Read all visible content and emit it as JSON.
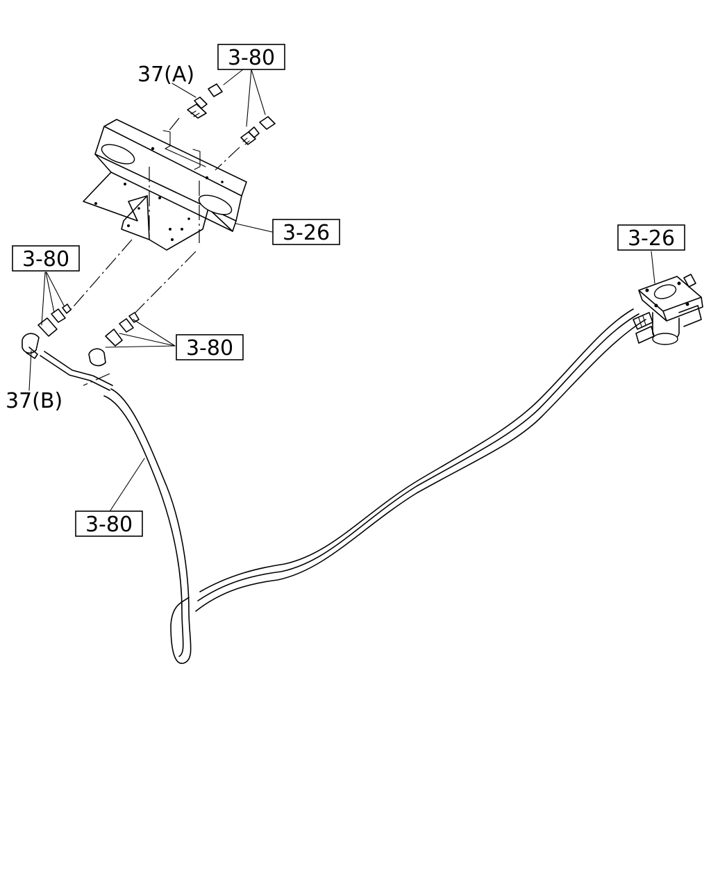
{
  "callouts": [
    {
      "id": "box-a",
      "text": "3-80"
    },
    {
      "id": "box-b",
      "text": "3-26"
    },
    {
      "id": "box-c",
      "text": "3-80"
    },
    {
      "id": "box-d",
      "text": "3-80"
    },
    {
      "id": "box-e",
      "text": "3-80"
    },
    {
      "id": "box-f",
      "text": "3-26"
    }
  ],
  "labels": {
    "part_a": "37(A)",
    "part_b": "37(B)"
  }
}
